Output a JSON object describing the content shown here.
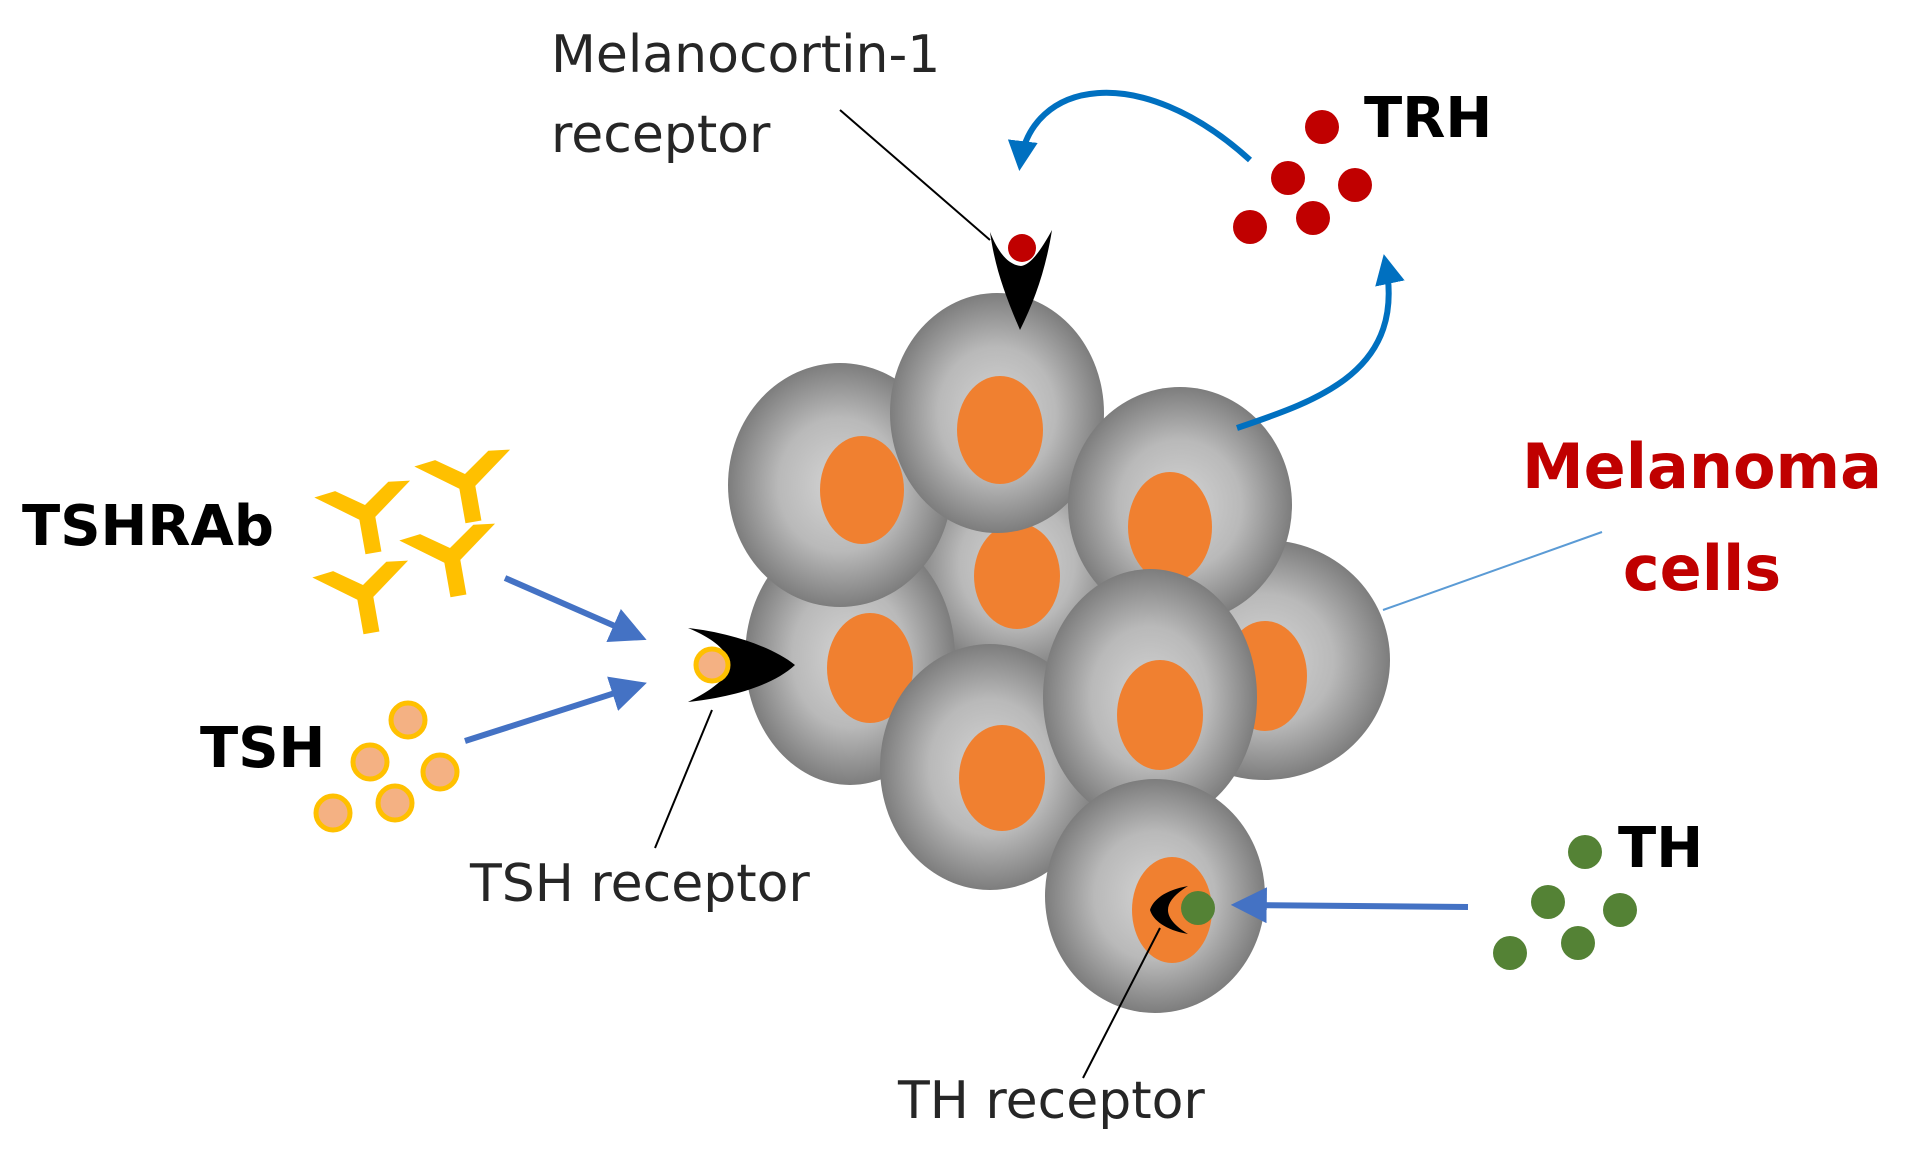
{
  "labels": {
    "mc1r_line1": "Melanocortin-1",
    "mc1r_line2": "receptor",
    "trh": "TRH",
    "tshrab": "TSHRAb",
    "tsh": "TSH",
    "tsh_receptor": "TSH receptor",
    "melanoma_line1": "Melanoma",
    "melanoma_line2": "cells",
    "th": "TH",
    "th_receptor": "TH receptor"
  },
  "colors": {
    "cell_gray": "#a9a9a9",
    "nucleus_orange": "#f08030",
    "trh_red": "#c00000",
    "tshrab_yellow": "#ffc000",
    "tsh_fill": "#f4b183",
    "th_green": "#548235",
    "arrow_blue": "#4472c4",
    "curved_arrow_blue": "#0070c0",
    "melanoma_red": "#c00000",
    "receptor_black": "#000000"
  }
}
